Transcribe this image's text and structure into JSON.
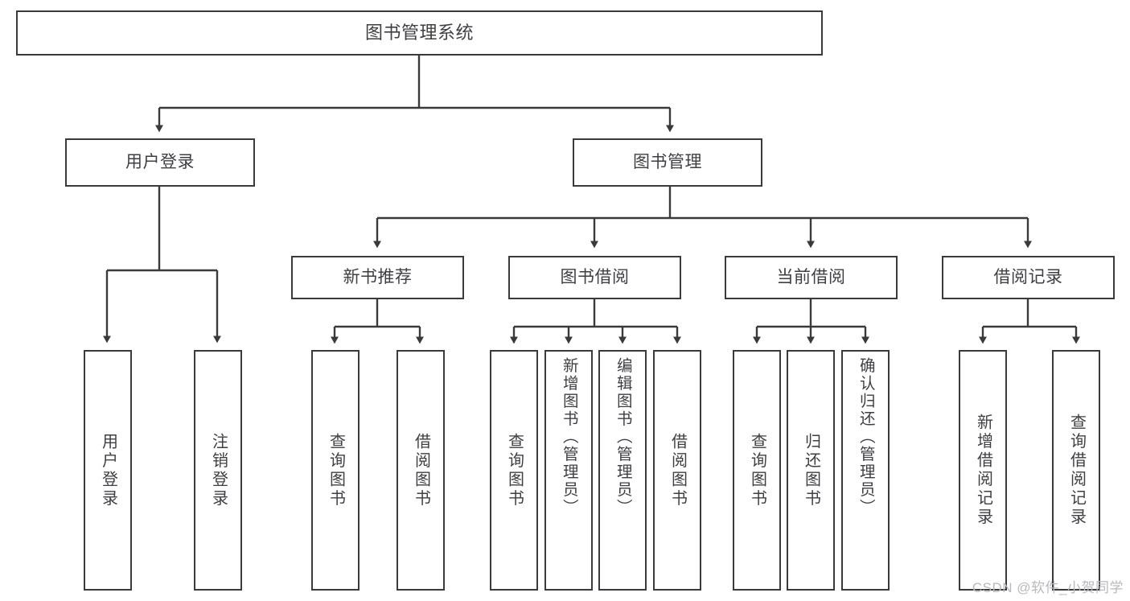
{
  "diagram": {
    "title": "图书管理系统",
    "type": "tree-hierarchy",
    "colors": {
      "node_border": "#3a3a3c",
      "node_fill": "#ffffff",
      "edge": "#3a3a3c",
      "text": "#3f3f42",
      "background": "#ffffff",
      "watermark": "#b9b9bb"
    },
    "root": {
      "label": "图书管理系统"
    },
    "level1": [
      {
        "id": "user-login",
        "label": "用户登录"
      },
      {
        "id": "book-manage",
        "label": "图书管理"
      }
    ],
    "level2": [
      {
        "id": "new-book-rec",
        "label": "新书推荐",
        "parent": "book-manage"
      },
      {
        "id": "book-borrow",
        "label": "图书借阅",
        "parent": "book-manage"
      },
      {
        "id": "current-borrow",
        "label": "当前借阅",
        "parent": "book-manage"
      },
      {
        "id": "borrow-record",
        "label": "借阅记录",
        "parent": "book-manage"
      }
    ],
    "leaves": [
      {
        "id": "leaf-user-login",
        "label": "用户登录",
        "parent": "user-login"
      },
      {
        "id": "leaf-user-logout",
        "label": "注销登录",
        "parent": "user-login"
      },
      {
        "id": "leaf-query-book-1",
        "label": "查询图书",
        "parent": "new-book-rec"
      },
      {
        "id": "leaf-borrow-book-1",
        "label": "借阅图书",
        "parent": "new-book-rec"
      },
      {
        "id": "leaf-query-book-2",
        "label": "查询图书",
        "parent": "book-borrow"
      },
      {
        "id": "leaf-add-book",
        "label": "新增图书（管理员）",
        "parent": "book-borrow"
      },
      {
        "id": "leaf-edit-book",
        "label": "编辑图书（管理员）",
        "parent": "book-borrow"
      },
      {
        "id": "leaf-borrow-book-2",
        "label": "借阅图书",
        "parent": "book-borrow"
      },
      {
        "id": "leaf-query-book-3",
        "label": "查询图书",
        "parent": "current-borrow"
      },
      {
        "id": "leaf-return-book",
        "label": "归还图书",
        "parent": "current-borrow"
      },
      {
        "id": "leaf-confirm-return",
        "label": "确认归还（管理员）",
        "parent": "current-borrow"
      },
      {
        "id": "leaf-add-record",
        "label": "新增借阅记录",
        "parent": "borrow-record"
      },
      {
        "id": "leaf-query-record",
        "label": "查询借阅记录",
        "parent": "borrow-record"
      }
    ],
    "watermark": "CSDN @软件_小贺同学"
  }
}
